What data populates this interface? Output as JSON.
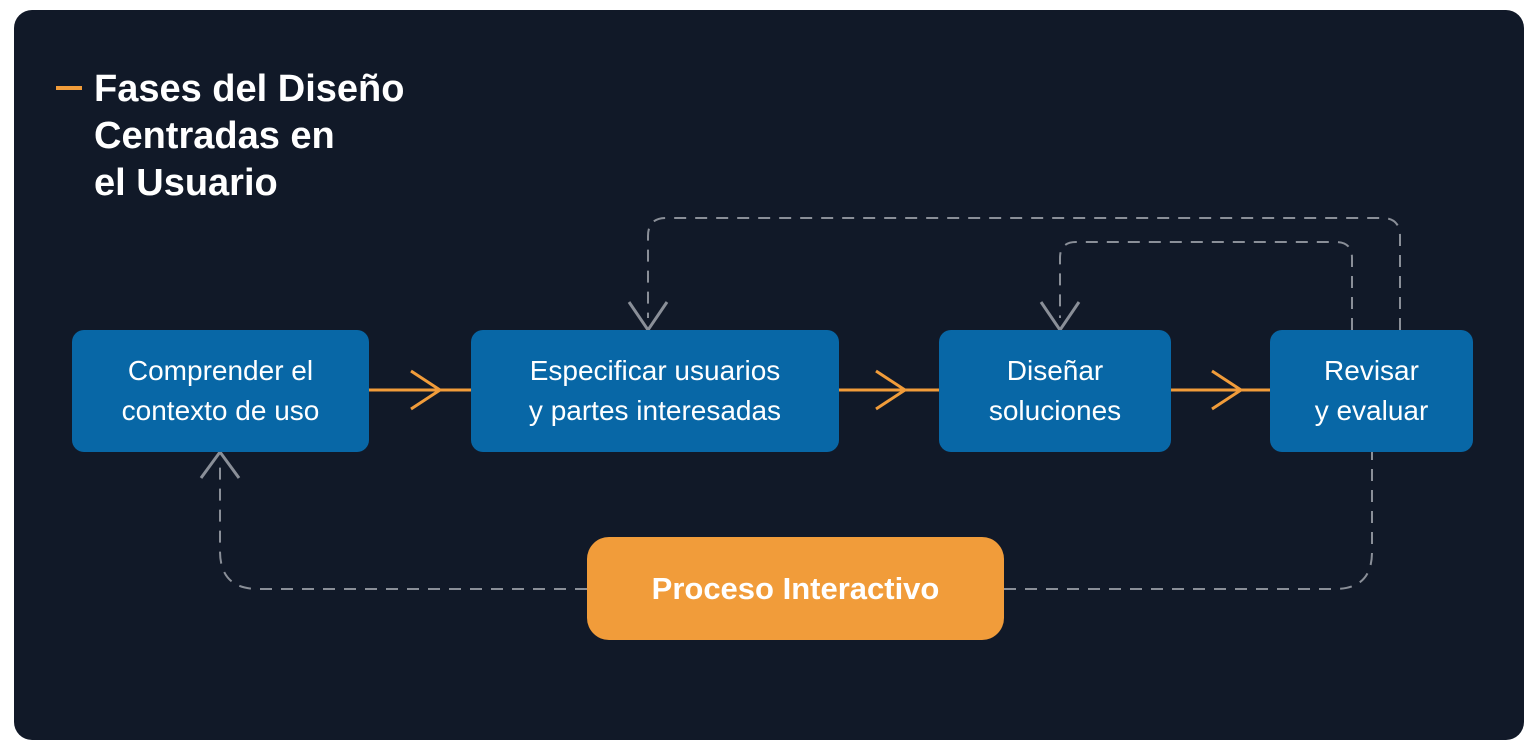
{
  "title": {
    "lines": [
      "Fases del Diseño",
      "Centradas en",
      "el Usuario"
    ]
  },
  "steps": [
    {
      "lines": [
        "Comprender el",
        "contexto de uso"
      ]
    },
    {
      "lines": [
        "Especificar usuarios",
        "y partes interesadas"
      ]
    },
    {
      "lines": [
        "Diseñar",
        "soluciones"
      ]
    },
    {
      "lines": [
        "Revisar",
        "y evaluar"
      ]
    }
  ],
  "cycle_label": "Proceso Interactivo",
  "colors": {
    "background": "#111928",
    "step_fill": "#0867a6",
    "accent": "#f19c3a",
    "dashed_line": "#8a8f98"
  }
}
